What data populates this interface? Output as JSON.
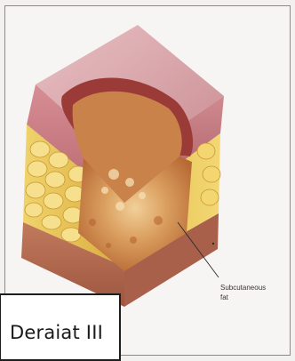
{
  "diagram": {
    "stage_label": "Deraiat III",
    "callout": {
      "line1": "Subcutaneous",
      "line2": "fat"
    }
  },
  "colors": {
    "skin_surface": "#d9a1a4",
    "epidermis": "#c5777c",
    "fat": "#e9c455",
    "wound_bed": "#d6954f",
    "muscle_base": "#b5684f",
    "frame_border": "#8f8a86"
  }
}
